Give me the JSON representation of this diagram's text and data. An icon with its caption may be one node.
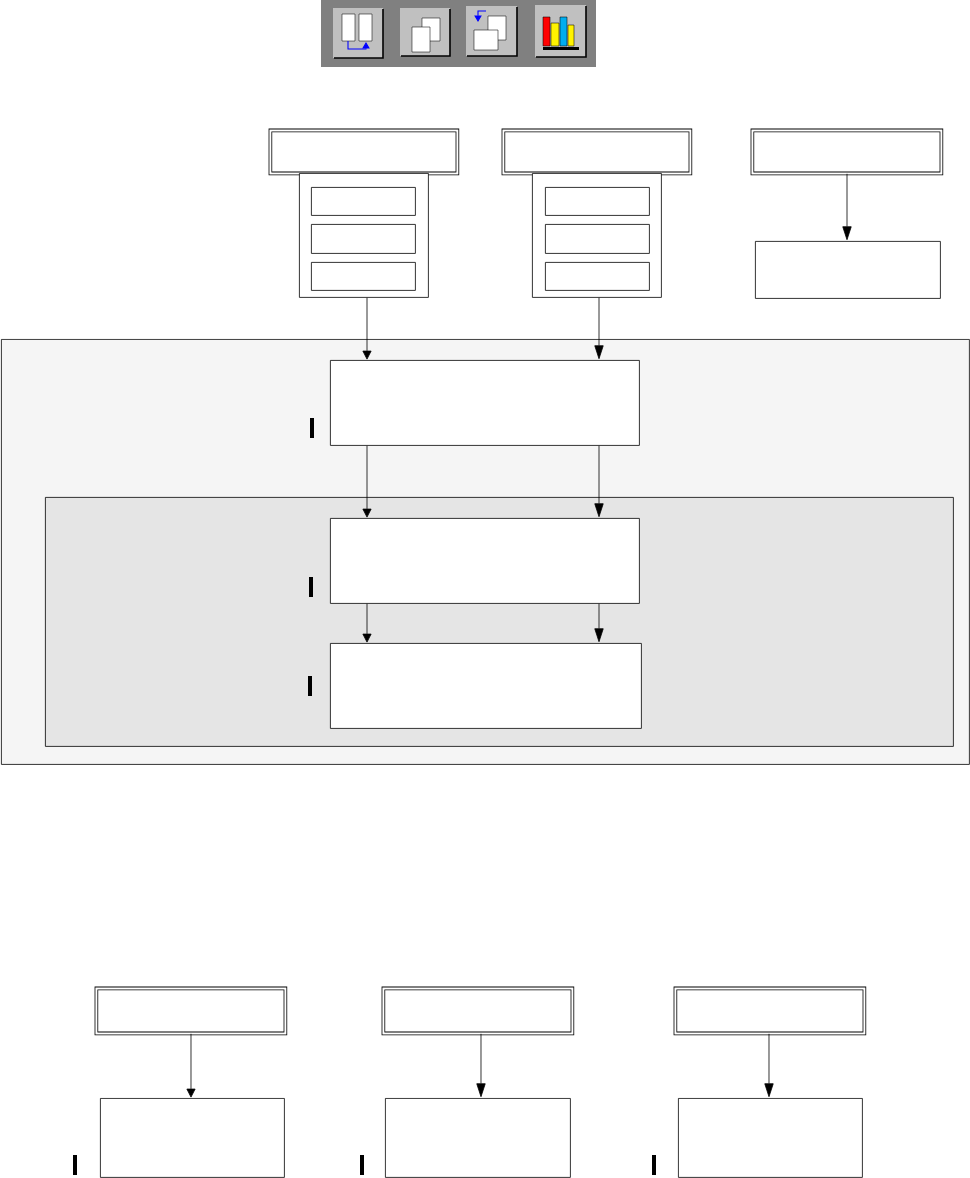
{
  "diagram": {
    "nodes": [
      {
        "text": [],
        "shape": "box"
      },
      {
        "text": [],
        "shape": "box"
      },
      {
        "text": [],
        "shape": "box",
        "in": 1
      },
      {
        "text": [],
        "shape": "box",
        "in": 1
      },
      {
        "text": [],
        "shape": "box",
        "in": 1
      },
      {
        "text": [],
        "shape": "box"
      },
      {
        "text": [],
        "shape": "box"
      },
      {
        "text": [],
        "shape": "box",
        "in": 6
      },
      {
        "text": [],
        "shape": "box",
        "in": 6
      },
      {
        "text": [],
        "shape": "box",
        "in": 6
      },
      {
        "text": [],
        "shape": "box"
      },
      {
        "text": [],
        "shape": "box"
      },
      {
        "text": [],
        "shape": "box"
      },
      {
        "text": [],
        "shape": "box",
        "in": 12
      },
      {
        "text": [],
        "shape": "box",
        "in": 12
      },
      {
        "text": [],
        "shape": "box",
        "in": 14
      },
      {
        "text": [],
        "shape": "box",
        "in": 14
      },
      {
        "text": [],
        "shape": "box"
      },
      {
        "text": [],
        "shape": "box"
      },
      {
        "text": [],
        "shape": "box"
      },
      {
        "text": [],
        "shape": "box"
      },
      {
        "text": [],
        "shape": "box"
      },
      {
        "text": [],
        "shape": "box"
      }
    ],
    "edges": [
      {
        "from": 1,
        "to": 13,
        "arrow": "to"
      },
      {
        "from": 6,
        "to": 13,
        "arrow": "to"
      },
      {
        "from": 10,
        "to": 11,
        "arrow": "to"
      },
      {
        "from": 13,
        "to": 15,
        "arrow": "to"
      },
      {
        "from": 13,
        "to": 15,
        "arrow": "to"
      },
      {
        "from": 15,
        "to": 16,
        "arrow": "to"
      },
      {
        "from": 15,
        "to": 16,
        "arrow": "to"
      },
      {
        "from": 17,
        "to": 20,
        "arrow": "to"
      },
      {
        "from": 18,
        "to": 21,
        "arrow": "to"
      },
      {
        "from": 19,
        "to": 22,
        "arrow": "to"
      }
    ]
  }
}
